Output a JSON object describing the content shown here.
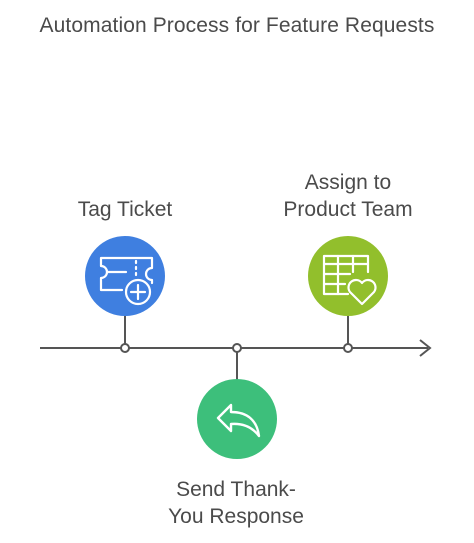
{
  "title": "Automation Process for Feature Requests",
  "steps": [
    {
      "label_line1": "Tag Ticket",
      "label_line2": "",
      "icon": "ticket-plus-icon",
      "color": "#3f7fe0"
    },
    {
      "label_line1": "Assign to",
      "label_line2": "Product Team",
      "icon": "table-heart-icon",
      "color": "#92bf2c"
    },
    {
      "label_line1": "Send Thank-",
      "label_line2": "You Response",
      "icon": "reply-arrow-icon",
      "color": "#3dbf7b"
    }
  ],
  "colors": {
    "timeline": "#555555",
    "text": "#4b4b4b"
  }
}
